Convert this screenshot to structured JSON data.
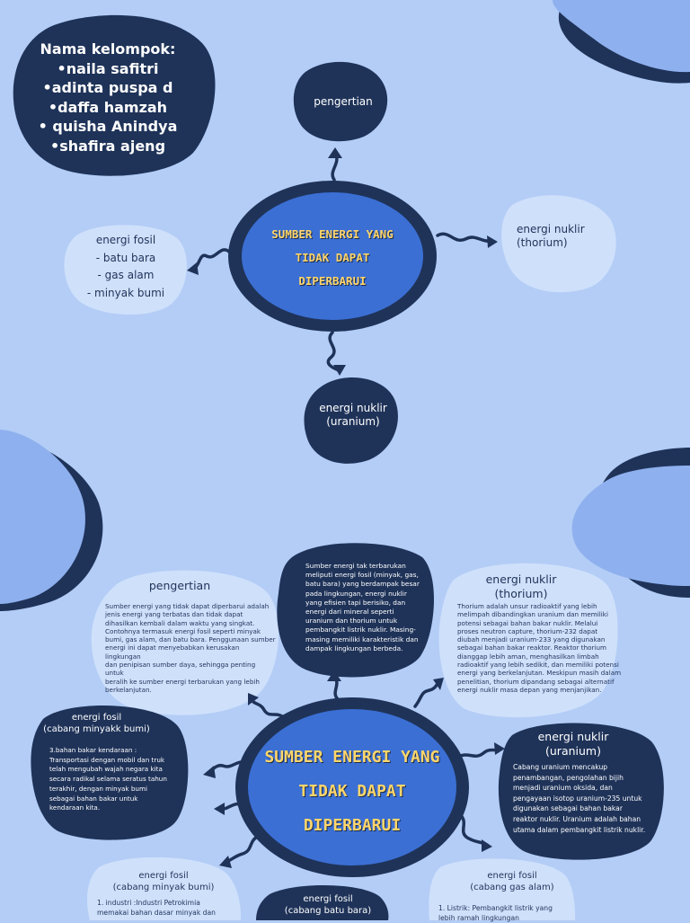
{
  "colors": {
    "background": "#b3cdf6",
    "dark_blob": "#1f3359",
    "light_blob": "#cfe0fb",
    "center_fill": "#3b6fd4",
    "title_text": "#ffd66b"
  },
  "top_map": {
    "group_members": {
      "heading": "Nama kelompok:",
      "members": [
        "•naila safitri",
        "•adinta puspa d",
        "•daffa hamzah",
        "• quisha Anindya",
        "•shafira ajeng"
      ]
    },
    "center": {
      "line1": "SUMBER ENERGI YANG",
      "line2": "TIDAK DAPAT",
      "line3": "DIPERBARUI"
    },
    "branches": {
      "pengertian": "pengertian",
      "nuklir_thorium": [
        "energi nuklir",
        "(thorium)"
      ],
      "fosil": [
        "energi fosil",
        "- batu bara",
        "- gas alam",
        "- minyak bumi"
      ],
      "nuklir_uranium": [
        "energi nuklir",
        "(uranium)"
      ]
    }
  },
  "bottom_map": {
    "center": {
      "line1": "SUMBER ENERGI YANG",
      "line2": "TIDAK DAPAT",
      "line3": "DIPERBARUI"
    },
    "pengertian": {
      "heading": "pengertian",
      "lines": [
        "Sumber energi yang tidak dapat diperbarui adalah",
        "jenis energi yang terbatas dan tidak dapat",
        "dihasilkan kembali dalam waktu yang singkat.",
        "Contohnya termasuk energi fosil seperti minyak",
        "bumi, gas alam, dan batu bara. Penggunaan sumber",
        "energi ini dapat menyebabkan kerusakan lingkungan",
        "dan penipisan sumber daya, sehingga penting untuk",
        "beralih ke sumber energi terbarukan yang lebih",
        "berkelanjutan."
      ]
    },
    "summary": {
      "lines": [
        "Sumber energi tak terbarukan",
        "meliputi energi fosil (minyak, gas,",
        "batu bara) yang berdampak besar",
        "pada lingkungan, energi nuklir",
        "yang efisien tapi berisiko, dan",
        "energi dari mineral seperti",
        "uranium dan thorium untuk",
        "pembangkit listrik nuklir. Masing-",
        "masing memiliki karakteristik dan",
        "dampak lingkungan berbeda."
      ]
    },
    "thorium": {
      "heading": [
        "energi nuklir",
        "(thorium)"
      ],
      "lines": [
        "Thorium adalah unsur radioaktif yang lebih",
        "melimpah dibandingkan uranium dan memiliki",
        "potensi sebagai bahan bakar nuklir. Melalui",
        "proses neutron capture, thorium-232 dapat",
        "diubah menjadi uranium-233 yang digunakan",
        "sebagai bahan bakar reaktor. Reaktor thorium",
        "dianggap lebih aman, menghasilkan limbah",
        "radioaktif yang lebih sedikit, dan memiliki potensi",
        "energi yang berkelanjutan. Meskipun masih dalam",
        "penelitian, thorium dipandang sebagai alternatif",
        "energi nuklir masa depan yang menjanjikan."
      ]
    },
    "uranium": {
      "heading": [
        "energi nuklir",
        "(uranium)"
      ],
      "lines": [
        "Cabang uranium mencakup",
        "penambangan, pengolahan bijih",
        "menjadi uranium oksida, dan",
        "pengayaan isotop uranium-235 untuk",
        "digunakan sebagai bahan bakar",
        "reaktor nuklir. Uranium adalah bahan",
        "utama dalam pembangkit listrik nuklir."
      ]
    },
    "fosil_minyak_1": {
      "heading": [
        "energi fosil",
        "(cabang minyakk bumi)"
      ],
      "lines": [
        "3.bahan bakar kendaraan :",
        "Transportasi dengan mobil dan truk",
        "telah mengubah wajah negara kita",
        "secara radikal selama seratus tahun",
        "terakhir, dengan minyak bumi",
        "sebagai bahan bakar untuk",
        "kendaraan kita."
      ]
    },
    "fosil_minyak_2": {
      "heading": [
        "energi fosil",
        "(cabang minyak bumi)"
      ],
      "lines": [
        "1. industri :Industri Petrokimia",
        "memakai bahan dasar minyak dan"
      ]
    },
    "fosil_batu_bara": {
      "heading": [
        "energi fosil",
        "(cabang batu bara)"
      ]
    },
    "fosil_gas_alam": {
      "heading": [
        "energi fosil",
        "(cabang gas alam)"
      ],
      "lines": [
        "1. Listrik: Pembangkit listrik yang",
        "lebih ramah lingkungan"
      ]
    }
  }
}
